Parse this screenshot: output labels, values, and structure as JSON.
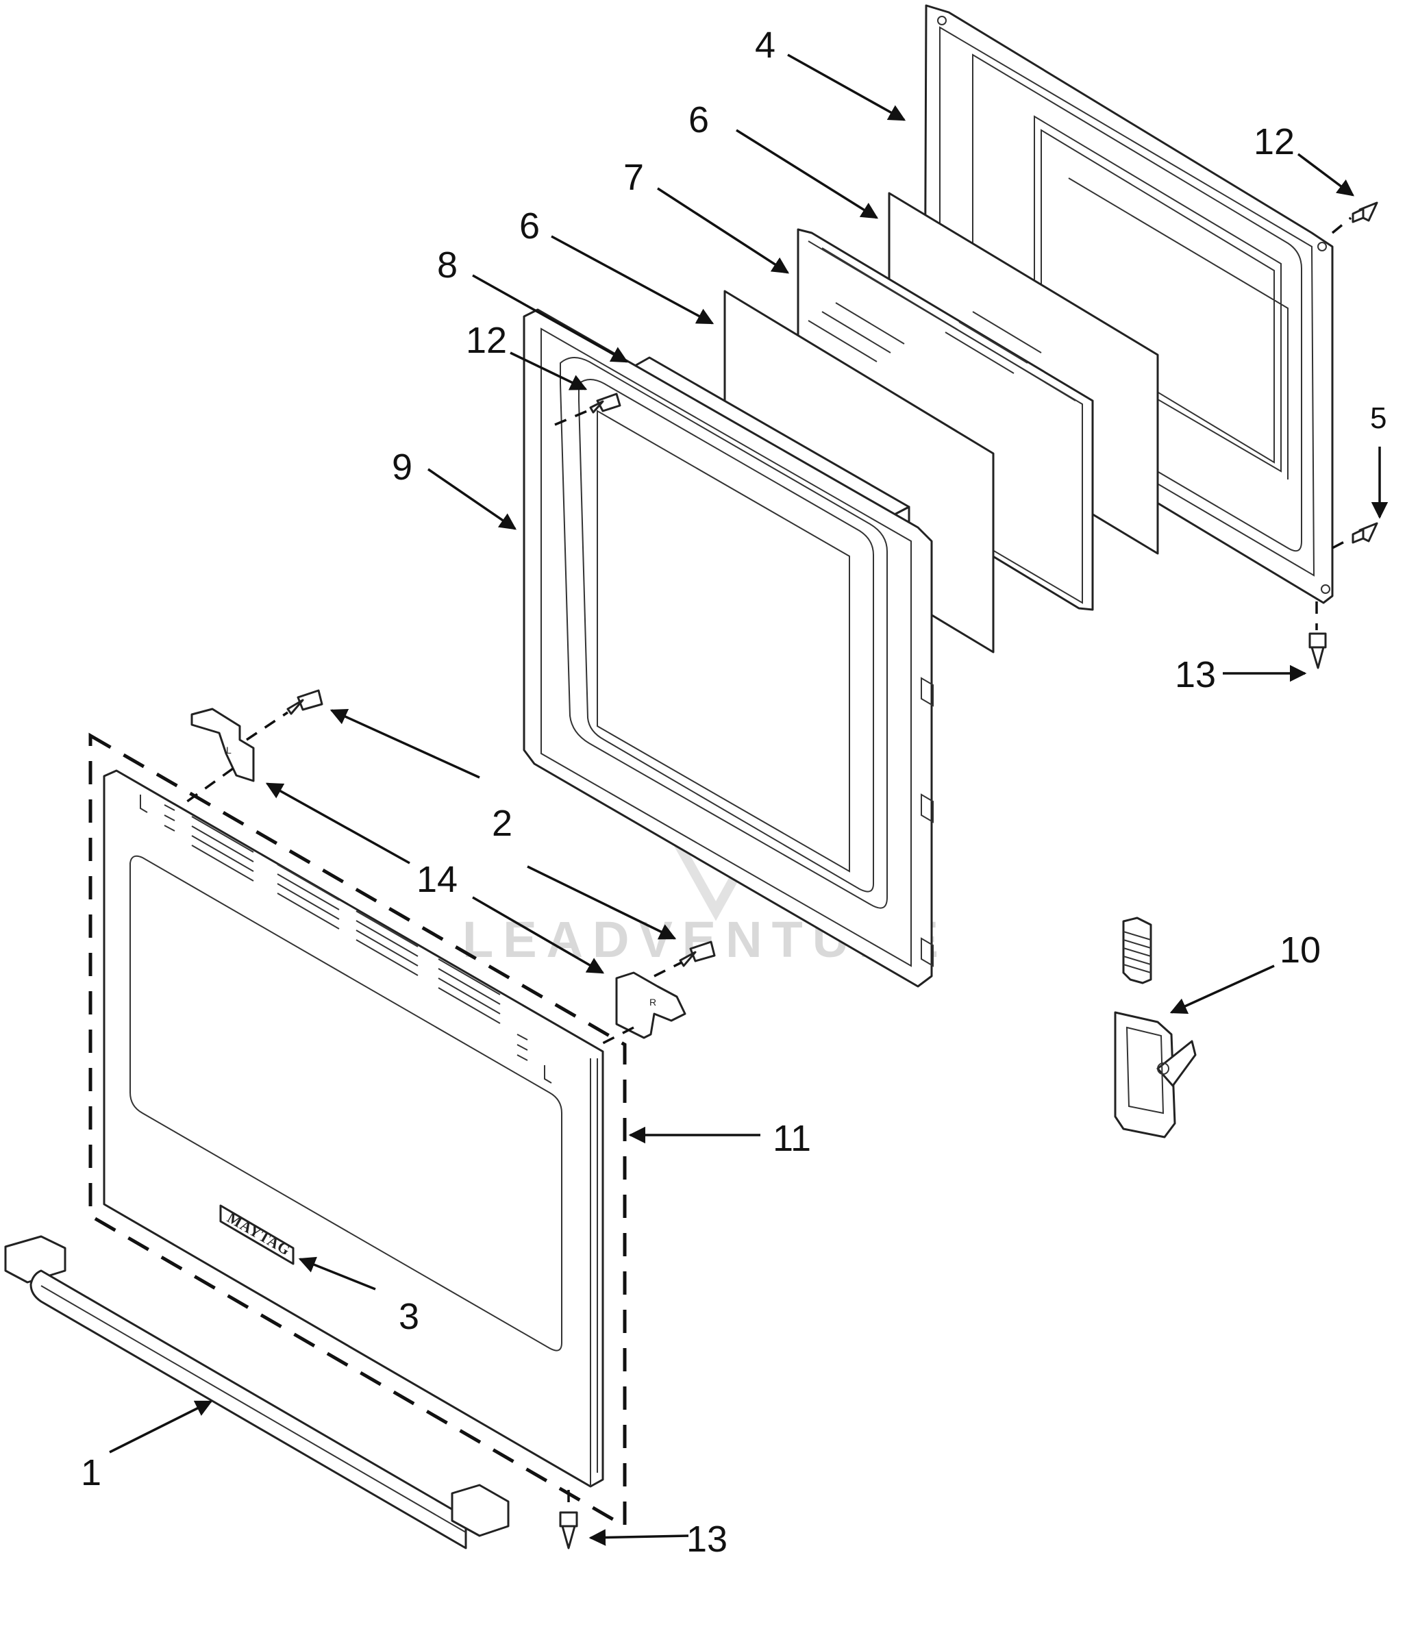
{
  "diagram": {
    "callouts": [
      "1",
      "2",
      "3",
      "4",
      "5",
      "6",
      "6",
      "7",
      "8",
      "9",
      "10",
      "11",
      "12",
      "12",
      "13",
      "13",
      "14"
    ],
    "watermark": "LEADVENTURE",
    "brand_plate": "MAYTAG",
    "hinge_left_mark": "L",
    "hinge_right_mark": "R"
  }
}
